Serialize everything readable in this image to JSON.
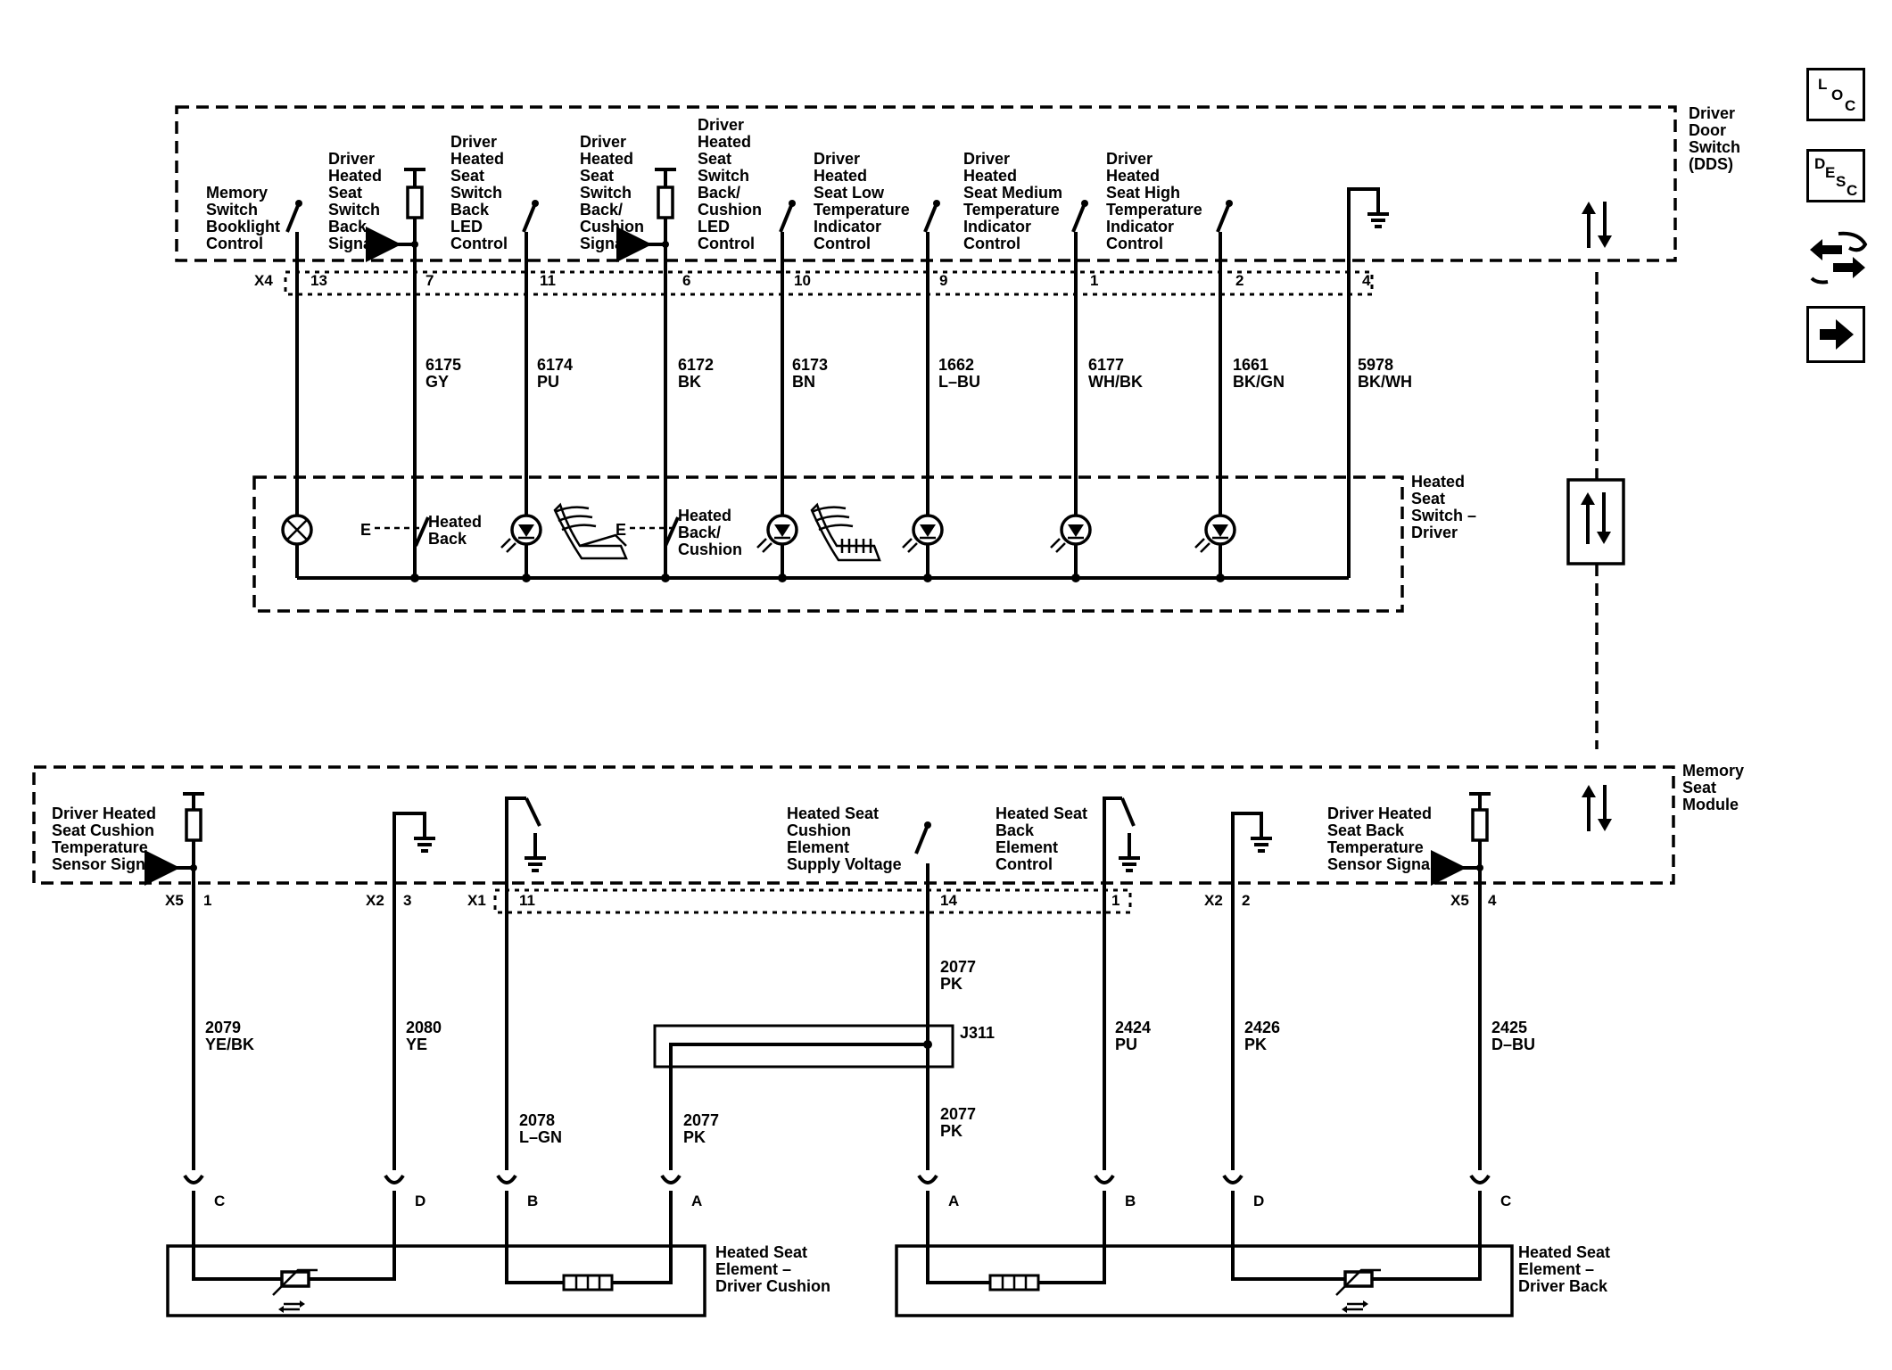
{
  "nav": {
    "loc": [
      "L",
      "O",
      "C"
    ],
    "desc": [
      "D",
      "E",
      "S",
      "C"
    ]
  },
  "modules": {
    "dds": [
      "Driver",
      "Door",
      "Switch",
      "(DDS)"
    ],
    "hss": [
      "Heated",
      "Seat",
      "Switch –",
      "Driver"
    ],
    "msm": [
      "Memory",
      "Seat",
      "Module"
    ],
    "cushion": [
      "Heated Seat",
      "Element –",
      "Driver Cushion"
    ],
    "back": [
      "Heated Seat",
      "Element –",
      "Driver Back"
    ]
  },
  "dds_circuits": [
    {
      "label": [
        "Memory",
        "Switch",
        "Booklight",
        "Control"
      ],
      "pin": "13",
      "wire": "",
      "color": ""
    },
    {
      "label": [
        "Driver",
        "Heated",
        "Seat",
        "Switch",
        "Back",
        "Signal"
      ],
      "pin": "7",
      "wire": "6175",
      "color": "GY"
    },
    {
      "label": [
        "Driver",
        "Heated",
        "Seat",
        "Switch",
        "Back",
        "LED",
        "Control"
      ],
      "pin": "11",
      "wire": "6174",
      "color": "PU"
    },
    {
      "label": [
        "Driver",
        "Heated",
        "Seat",
        "Switch",
        "Back/",
        "Cushion",
        "Signal"
      ],
      "pin": "6",
      "wire": "6172",
      "color": "BK"
    },
    {
      "label": [
        "Driver",
        "Heated",
        "Seat",
        "Switch",
        "Back/",
        "Cushion",
        "LED",
        "Control"
      ],
      "pin": "10",
      "wire": "6173",
      "color": "BN"
    },
    {
      "label": [
        "Driver",
        "Heated",
        "Seat Low",
        "Temperature",
        "Indicator",
        "Control"
      ],
      "pin": "9",
      "wire": "1662",
      "color": "L–BU"
    },
    {
      "label": [
        "Driver",
        "Heated",
        "Seat Medium",
        "Temperature",
        "Indicator",
        "Control"
      ],
      "pin": "1",
      "wire": "6177",
      "color": "WH/BK"
    },
    {
      "label": [
        "Driver",
        "Heated",
        "Seat High",
        "Temperature",
        "Indicator",
        "Control"
      ],
      "pin": "2",
      "wire": "1661",
      "color": "BK/GN"
    },
    {
      "label": [],
      "pin": "4",
      "wire": "5978",
      "color": "BK/WH"
    }
  ],
  "dds_connector": "X4",
  "switch_labels": {
    "heated_back": [
      "Heated",
      "Back"
    ],
    "heated_back_cushion": [
      "Heated",
      "Back/",
      "Cushion"
    ],
    "e": "E"
  },
  "msm_labels": {
    "cushion_temp": [
      "Driver Heated",
      "Seat Cushion",
      "Temperature",
      "Sensor Signal"
    ],
    "cushion_supply": [
      "Heated Seat",
      "Cushion",
      "Element",
      "Supply Voltage"
    ],
    "back_control": [
      "Heated Seat",
      "Back",
      "Element",
      "Control"
    ],
    "back_temp": [
      "Driver Heated",
      "Seat Back",
      "Temperature",
      "Sensor Signal"
    ]
  },
  "msm_pins": [
    {
      "conn": "X5",
      "pin": "1"
    },
    {
      "conn": "X2",
      "pin": "3"
    },
    {
      "conn": "X1",
      "pin": "11"
    },
    {
      "conn": "",
      "pin": "14"
    },
    {
      "conn": "",
      "pin": "1"
    },
    {
      "conn": "X2",
      "pin": "2"
    },
    {
      "conn": "X5",
      "pin": "4"
    }
  ],
  "lower_wires": [
    {
      "wire": "2079",
      "color": "YE/BK"
    },
    {
      "wire": "2080",
      "color": "YE"
    },
    {
      "wire": "2078",
      "color": "L–GN"
    },
    {
      "wire": "2077",
      "color": "PK"
    },
    {
      "wire": "2077",
      "color": "PK"
    },
    {
      "wire": "2077",
      "color": "PK"
    },
    {
      "wire": "2424",
      "color": "PU"
    },
    {
      "wire": "2426",
      "color": "PK"
    },
    {
      "wire": "2425",
      "color": "D–BU"
    }
  ],
  "splice": "J311",
  "element_pins": [
    "C",
    "D",
    "B",
    "A",
    "A",
    "B",
    "D",
    "C"
  ]
}
